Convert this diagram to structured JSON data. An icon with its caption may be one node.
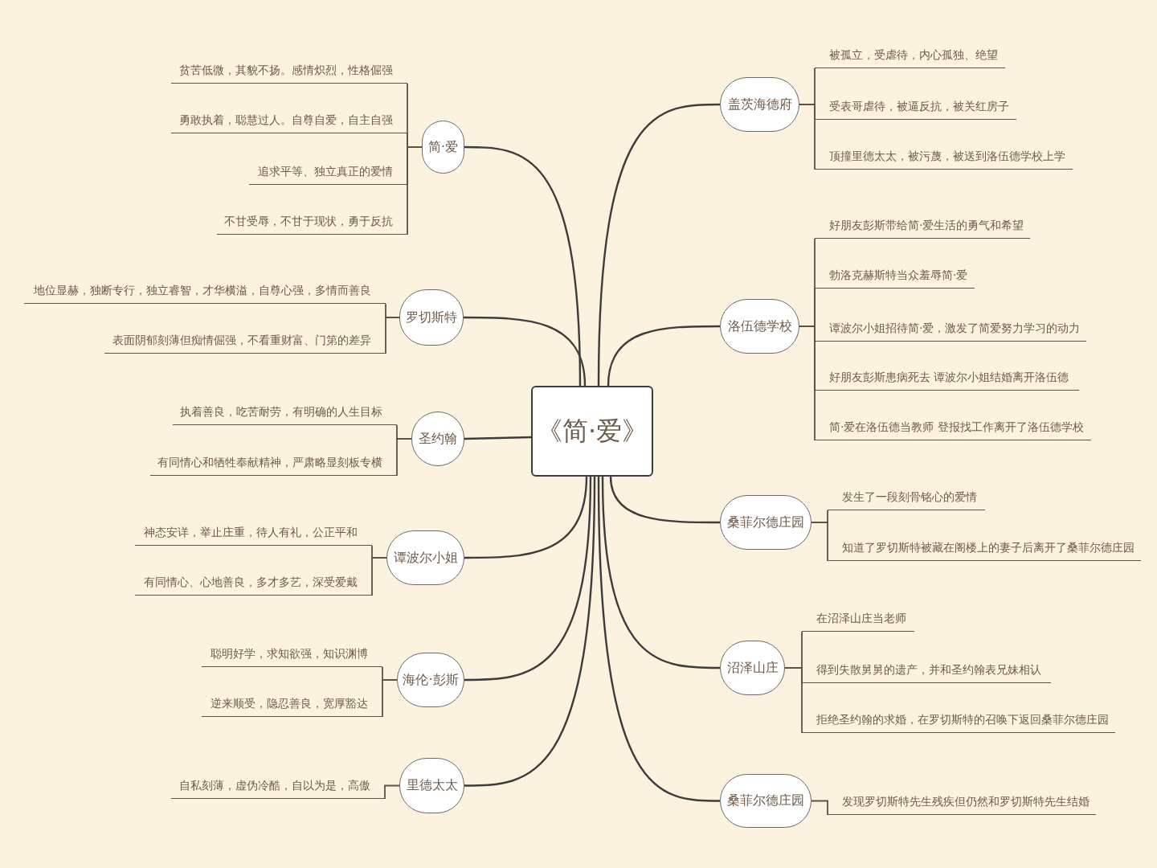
{
  "diagram": {
    "nodes": [
      {
        "text": [
          "《简·爱》"
        ]
      },
      {
        "text": [
          "简·爱"
        ]
      },
      {
        "text": [
          "贫苦低微，其貌不扬。感情炽烈，性格倔强"
        ]
      },
      {
        "text": [
          "勇敢执着，聪慧过人。自尊自爱，自主自强"
        ]
      },
      {
        "text": [
          "追求平等、独立真正的爱情"
        ]
      },
      {
        "text": [
          "不甘受辱，不甘于现状，勇于反抗"
        ]
      },
      {
        "text": [
          "罗切斯特"
        ]
      },
      {
        "text": [
          "地位显赫，独断专行，独立睿智，才华横溢，自尊心强，多情而善良"
        ]
      },
      {
        "text": [
          "表面阴郁刻薄但痴情倔强，不看重财富、门第的差异"
        ]
      },
      {
        "text": [
          "圣约翰"
        ]
      },
      {
        "text": [
          "执着善良，吃苦耐劳，有明确的人生目标"
        ]
      },
      {
        "text": [
          "有同情心和牺牲奉献精神，严肃略显刻板专横"
        ]
      },
      {
        "text": [
          "谭波尔小姐"
        ]
      },
      {
        "text": [
          "神态安详，举止庄重，待人有礼，公正平和"
        ]
      },
      {
        "text": [
          "有同情心、心地善良，多才多艺，深受爱戴"
        ]
      },
      {
        "text": [
          "海伦·彭斯"
        ]
      },
      {
        "text": [
          "聪明好学，求知欲强，知识渊博"
        ]
      },
      {
        "text": [
          "逆来顺受，隐忍善良，宽厚豁达"
        ]
      },
      {
        "text": [
          "里德太太"
        ]
      },
      {
        "text": [
          "自私刻薄，虚伪冷酷，自以为是，高傲"
        ]
      },
      {
        "text": [
          "盖茨海德府"
        ]
      },
      {
        "text": [
          "被孤立，受虐待，内心孤独、绝望"
        ]
      },
      {
        "text": [
          "受表哥虐待，被逼反抗，被关红房子"
        ]
      },
      {
        "text": [
          "顶撞里德太太，被污蔑，被送到洛伍德学校上学"
        ]
      },
      {
        "text": [
          "洛伍德学校"
        ]
      },
      {
        "text": [
          "好朋友彭斯带给简·爱生活的勇气和希望"
        ]
      },
      {
        "text": [
          "勃洛克赫斯特当众羞辱简·爱"
        ]
      },
      {
        "text": [
          "谭波尔小姐招待简·爱，激发了简爱努力学习的动力"
        ]
      },
      {
        "text": [
          "好朋友彭斯患病死去  谭波尔小姐结婚离开洛伍德"
        ]
      },
      {
        "text": [
          "简·爱在洛伍德当教师  登报找工作离开了洛伍德学校"
        ]
      },
      {
        "text": [
          "桑菲尔德庄园"
        ]
      },
      {
        "text": [
          "发生了一段刻骨铭心的爱情"
        ]
      },
      {
        "text": [
          "知道了罗切斯特被藏在阁楼上的妻子后离开了桑菲尔德庄园"
        ]
      },
      {
        "text": [
          "沼泽山庄"
        ]
      },
      {
        "text": [
          "在沼泽山庄当老师"
        ]
      },
      {
        "text": [
          "得到失散舅舅的遗产，并和圣约翰表兄妹相认"
        ]
      },
      {
        "text": [
          "拒绝圣约翰的求婚，在罗切斯特的召唤下返回桑菲尔德庄园"
        ]
      },
      {
        "text": [
          "桑菲尔德庄园"
        ]
      },
      {
        "text": [
          "发现罗切斯特先生残疾但仍然和罗切斯特先生结婚"
        ]
      }
    ],
    "edges": [
      {
        "from": 0,
        "to": 1,
        "arrow": "none"
      },
      {
        "from": 1,
        "to": 2,
        "arrow": "none"
      },
      {
        "from": 1,
        "to": 3,
        "arrow": "none"
      },
      {
        "from": 1,
        "to": 4,
        "arrow": "none"
      },
      {
        "from": 1,
        "to": 5,
        "arrow": "none"
      },
      {
        "from": 0,
        "to": 6,
        "arrow": "none"
      },
      {
        "from": 6,
        "to": 7,
        "arrow": "none"
      },
      {
        "from": 6,
        "to": 8,
        "arrow": "none"
      },
      {
        "from": 0,
        "to": 9,
        "arrow": "none"
      },
      {
        "from": 9,
        "to": 10,
        "arrow": "none"
      },
      {
        "from": 9,
        "to": 11,
        "arrow": "none"
      },
      {
        "from": 0,
        "to": 12,
        "arrow": "none"
      },
      {
        "from": 12,
        "to": 13,
        "arrow": "none"
      },
      {
        "from": 12,
        "to": 14,
        "arrow": "none"
      },
      {
        "from": 0,
        "to": 15,
        "arrow": "none"
      },
      {
        "from": 15,
        "to": 16,
        "arrow": "none"
      },
      {
        "from": 15,
        "to": 17,
        "arrow": "none"
      },
      {
        "from": 0,
        "to": 18,
        "arrow": "none"
      },
      {
        "from": 18,
        "to": 19,
        "arrow": "none"
      },
      {
        "from": 0,
        "to": 20,
        "arrow": "none"
      },
      {
        "from": 20,
        "to": 21,
        "arrow": "none"
      },
      {
        "from": 20,
        "to": 22,
        "arrow": "none"
      },
      {
        "from": 20,
        "to": 23,
        "arrow": "none"
      },
      {
        "from": 0,
        "to": 24,
        "arrow": "none"
      },
      {
        "from": 24,
        "to": 25,
        "arrow": "none"
      },
      {
        "from": 24,
        "to": 26,
        "arrow": "none"
      },
      {
        "from": 24,
        "to": 27,
        "arrow": "none"
      },
      {
        "from": 24,
        "to": 28,
        "arrow": "none"
      },
      {
        "from": 24,
        "to": 29,
        "arrow": "none"
      },
      {
        "from": 0,
        "to": 30,
        "arrow": "none"
      },
      {
        "from": 30,
        "to": 31,
        "arrow": "none"
      },
      {
        "from": 30,
        "to": 32,
        "arrow": "none"
      },
      {
        "from": 0,
        "to": 33,
        "arrow": "none"
      },
      {
        "from": 33,
        "to": 34,
        "arrow": "none"
      },
      {
        "from": 33,
        "to": 35,
        "arrow": "none"
      },
      {
        "from": 33,
        "to": 36,
        "arrow": "none"
      },
      {
        "from": 0,
        "to": 37,
        "arrow": "none"
      },
      {
        "from": 37,
        "to": 38,
        "arrow": "none"
      }
    ]
  }
}
